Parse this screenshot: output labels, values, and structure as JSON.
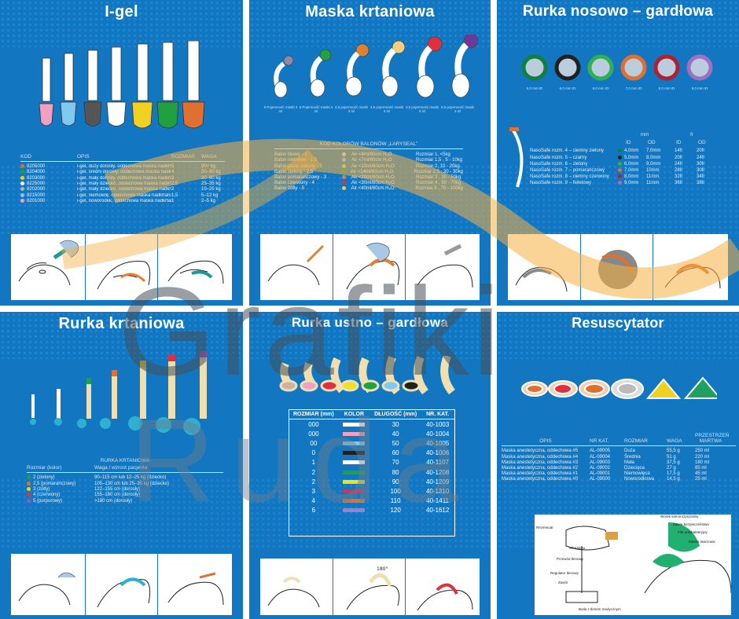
{
  "panels": {
    "igel": {
      "title": "I-gel",
      "headers": [
        "KOD",
        "OPIS",
        "ROZMIAR",
        "WAGA"
      ],
      "rows": [
        {
          "kod": "8205000",
          "opis": "i-gel, duży dorosły, oddechowa maska nadkrtaniowa",
          "roz": "5",
          "waga": "90+ kg",
          "color": "#e07030"
        },
        {
          "kod": "8204000",
          "opis": "i-gel, średni dorosły, oddechowa maska nadkrtaniowa",
          "roz": "4",
          "waga": "50–90 kg",
          "color": "#20a040"
        },
        {
          "kod": "8203000",
          "opis": "i-gel, mały dorosły, oddechowa maska nadkrtaniowa",
          "roz": "3",
          "waga": "30–60 kg",
          "color": "#f0d020"
        },
        {
          "kod": "8225000",
          "opis": "i-gel, mały dziecko, oddechowa maska nadkrtaniowa",
          "roz": "2,5",
          "waga": "25–35 kg",
          "color": "#ffffff"
        },
        {
          "kod": "8202000",
          "opis": "i-gel, mały dziecko, oddechowa maska nadkrtaniowa",
          "roz": "2",
          "waga": "10–25 kg",
          "color": "#b0b0b0"
        },
        {
          "kod": "8215000",
          "opis": "i-gel, niemowlę, oddechowa maska nadkrtaniowa",
          "roz": "1,5",
          "waga": "5–12 kg",
          "color": "#80c8f0"
        },
        {
          "kod": "8201000",
          "opis": "i-gel, noworodek, oddechowa maska nadkrtaniowa",
          "roz": "1",
          "waga": "2–5 kg",
          "color": "#f0a0c0"
        }
      ]
    },
    "maska": {
      "title": "Maska krtaniowa",
      "captions": [
        "6 Pojemność maski 4 ml",
        "5 Pojemność maski 4 ml",
        "3,5 pojemność maski 4 ml",
        "3,5 pojemność maski 4 ml",
        "3,5 pojemność maski 4 ml",
        "6,5 pojemność maski 4 ml"
      ],
      "kod_title": "KOD KOLORÓW BALONÓW „LARYSEAL”",
      "rows": [
        {
          "a": "Balon liliowy - 1",
          "b": "Air <4ml/60cm H₂O",
          "c": "Rozmiar 1, <5kg",
          "color": "#d0c0e0"
        },
        {
          "a": "Balon niebieski - 1,5",
          "b": "Air <7ml/60cm H₂O",
          "c": "Rozmiar 1,5 , 5 - 10kg",
          "color": "#80c8f0"
        },
        {
          "a": "Balon jasno-zielony - 2",
          "b": "Air <10ml/60cm H₂O",
          "c": "Rozmiar 2, 10 - 20kg",
          "color": "#90e060"
        },
        {
          "a": "Balon zielony - 2,5",
          "b": "Air <14ml/60cm H₂O",
          "c": "Rozmiar 2,5 , 20 - 30kg",
          "color": "#20a040"
        },
        {
          "a": "Balon pomarańczowy - 3",
          "b": "Air <20ml/60cm H₂O",
          "c": "Rozmiar 3 , 30 - 50kg",
          "color": "#e08030"
        },
        {
          "a": "Balon czerwony - 4",
          "b": "Air <30ml/60cm H₂O",
          "c": "Rozmiar 4 , 50 - 70kg",
          "color": "#e03040"
        },
        {
          "a": "Balon żółty - 5",
          "b": "Air <40ml/60cm H₂O",
          "c": "Rozmiar 5 , 70 - 100kg",
          "color": "#f0d020"
        }
      ]
    },
    "rurka_nosowo": {
      "title": "Rurka nosowo – gardłowa",
      "sizes": [
        "6,0 mm ID",
        "6,0 mm ID",
        "6,0 mm ID",
        "7,0 mm ID",
        "8,0 mm ID",
        "9,0 mm ID"
      ],
      "unit_mm": "mm",
      "unit_fr": "fr",
      "col_id": "ID",
      "col_od": "OD",
      "rows": [
        {
          "name": "NasoSafe rozm. 4 – ciemny zielony",
          "id": "4,0mm",
          "od": "7,0mm",
          "fid": "14fr",
          "fod": "20fr",
          "color": "#108040"
        },
        {
          "name": "NasoSafe rozm. 5 – czarny",
          "id": "5,0mm",
          "od": "8,0mm",
          "fid": "20fr",
          "fod": "24fr",
          "color": "#202020"
        },
        {
          "name": "NasoSafe rozm. 6 – zielony",
          "id": "6,0mm",
          "od": "9,0mm",
          "fid": "24fr",
          "fod": "30fr",
          "color": "#30b050"
        },
        {
          "name": "NasoSafe rozm. 7 – pomarańczowy",
          "id": "7,0mm",
          "od": "10mm",
          "fid": "28fr",
          "fod": "30fr",
          "color": "#e07030"
        },
        {
          "name": "NasoSafe rozm. 8 – ciemny czerwony",
          "id": "8,0mm",
          "od": "11mm",
          "fid": "32fr",
          "fod": "34fr",
          "color": "#b02030"
        },
        {
          "name": "NasoSafe rozm. 9 – fioletowy",
          "id": "9,0mm",
          "od": "11mm",
          "fid": "36fr",
          "fod": "38fr",
          "color": "#a070c0"
        }
      ]
    },
    "rurka_krtaniowa": {
      "title": "Rurka krtaniowa",
      "table_title": "RURKA KRTANIOWA",
      "headers": [
        "Rozmiar (kolor)",
        "Waga / wzrost pacjenta"
      ],
      "rows": [
        {
          "a": "2 (zielony)",
          "b": "90–115 cm lub 12–25 kg (dziecko)",
          "color": "#20a040"
        },
        {
          "a": "2,5 (pomarańczowy)",
          "b": "105–130 cm lub 25–35 kg (dziecko)",
          "color": "#e07030"
        },
        {
          "a": "3 (żółty)",
          "b": "122–155 cm (dorosły)",
          "color": "#f0d020"
        },
        {
          "a": "4 (czerwony)",
          "b": "155–180 cm (dorosły)",
          "color": "#e03040"
        },
        {
          "a": "5 (purpurowy)",
          "b": ">180 cm (dorosły)",
          "color": "#a050c0"
        }
      ]
    },
    "rurka_ustno": {
      "title": "Rurka ustno – gardłowa",
      "headers": [
        "ROZMIAR (mm)",
        "KOLOR",
        "DŁUGOŚĆ (mm)",
        "NR. KAT."
      ],
      "rows": [
        {
          "roz": "000",
          "len": "30",
          "kat": "40-1003",
          "color": "#ffffff"
        },
        {
          "roz": "000",
          "len": "40",
          "kat": "40-1004",
          "color": "#f0a0c0"
        },
        {
          "roz": "00",
          "len": "50",
          "kat": "40-1005",
          "color": "#80c8f0"
        },
        {
          "roz": "0",
          "len": "60",
          "kat": "40-1006",
          "color": "#202020"
        },
        {
          "roz": "1",
          "len": "70",
          "kat": "40-1107",
          "color": "#ffffff"
        },
        {
          "roz": "2",
          "len": "80",
          "kat": "40-1208",
          "color": "#20a040"
        },
        {
          "roz": "2",
          "len": "90",
          "kat": "40-1209",
          "color": "#f0e020"
        },
        {
          "roz": "3",
          "len": "100",
          "kat": "40-1310",
          "color": "#e03040"
        },
        {
          "roz": "4",
          "len": "110",
          "kat": "40-1411",
          "color": "#e07030"
        },
        {
          "roz": "6",
          "len": "120",
          "kat": "40-1612",
          "color": "#a080c0"
        }
      ],
      "angle": "180°"
    },
    "resuscytator": {
      "title": "Resuscytator",
      "headers": [
        "OPIS",
        "NR KAT.",
        "ROZMIAR",
        "WAGA",
        "PRZESTRZEŃ MARTWA"
      ],
      "rows": [
        {
          "opis": "Maska anestetyczna, oddechowa #5",
          "kat": "AL-09005",
          "roz": "Duża",
          "waga": "55,5 g",
          "pm": "250 ml"
        },
        {
          "opis": "Maska anestetyczna, oddechowa #4",
          "kat": "AL-09004",
          "roz": "Średnia",
          "waga": "51 g",
          "pm": "220 ml"
        },
        {
          "opis": "Maska anestetyczna, oddechowa #3",
          "kat": "AL-09003",
          "roz": "Mała",
          "waga": "37,5 g",
          "pm": "180 ml"
        },
        {
          "opis": "Maska anestetyczna, oddechowa #2",
          "kat": "AL-09002",
          "roz": "Dziecięca",
          "waga": "27 g",
          "pm": "85 ml"
        },
        {
          "opis": "Maska anestetyczna, oddechowa #1",
          "kat": "AL-09001",
          "roz": "Niemowlęca",
          "waga": "17,5 g",
          "pm": "45 ml"
        },
        {
          "opis": "Maska anestetyczna, oddechowa #0",
          "kat": "AL-09000",
          "roz": "Noworodkowa",
          "waga": "14,5 g",
          "pm": "25 ml"
        }
      ],
      "labels": [
        "Rezerwuar",
        "Worek samorozprężalny",
        "Zawór bezpieczeństwa",
        "Filtr antybakteryjny",
        "Maska twarzowa",
        "Wlot tlenu",
        "Przewód tlenowy",
        "Regulator tlenowy",
        "Zawór",
        "Butla z tlenem medycznym"
      ]
    }
  },
  "watermark": {
    "text1": "Grafiki",
    "text2": "Ruda"
  },
  "colors": {
    "panel_bg": "#1277c0",
    "accent_orange": "#f5b041"
  }
}
